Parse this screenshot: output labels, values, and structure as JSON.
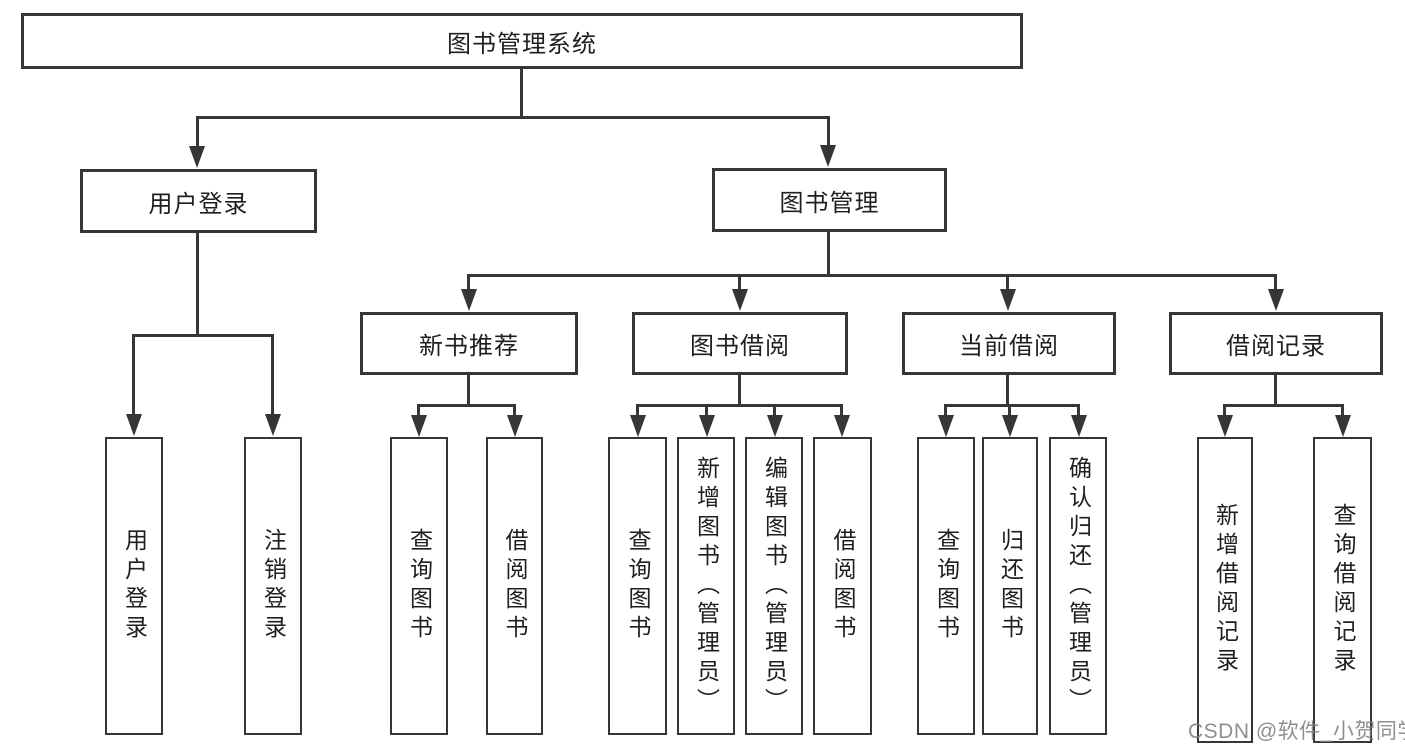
{
  "tree": {
    "root": {
      "label": "图书管理系统",
      "children": [
        {
          "label": "用户登录",
          "children": [
            {
              "label": "用户登录"
            },
            {
              "label": "注销登录"
            }
          ]
        },
        {
          "label": "图书管理",
          "children": [
            {
              "label": "新书推荐",
              "children": [
                {
                  "label": "查询图书"
                },
                {
                  "label": "借阅图书"
                }
              ]
            },
            {
              "label": "图书借阅",
              "children": [
                {
                  "label": "查询图书"
                },
                {
                  "label": "新增图书（管理员）"
                },
                {
                  "label": "编辑图书（管理员）"
                },
                {
                  "label": "借阅图书"
                }
              ]
            },
            {
              "label": "当前借阅",
              "children": [
                {
                  "label": "查询图书"
                },
                {
                  "label": "归还图书"
                },
                {
                  "label": "确认归还（管理员）"
                }
              ]
            },
            {
              "label": "借阅记录",
              "children": [
                {
                  "label": "新增借阅记录"
                },
                {
                  "label": "查询借阅记录"
                }
              ]
            }
          ]
        }
      ]
    }
  },
  "watermark": {
    "text": "CSDN @软件_小贺同学"
  },
  "colors": {
    "line": "#363636",
    "box_border": "#363636",
    "box_fill": "#ffffff",
    "text": "#1f1f1f",
    "watermark": "#808080"
  }
}
